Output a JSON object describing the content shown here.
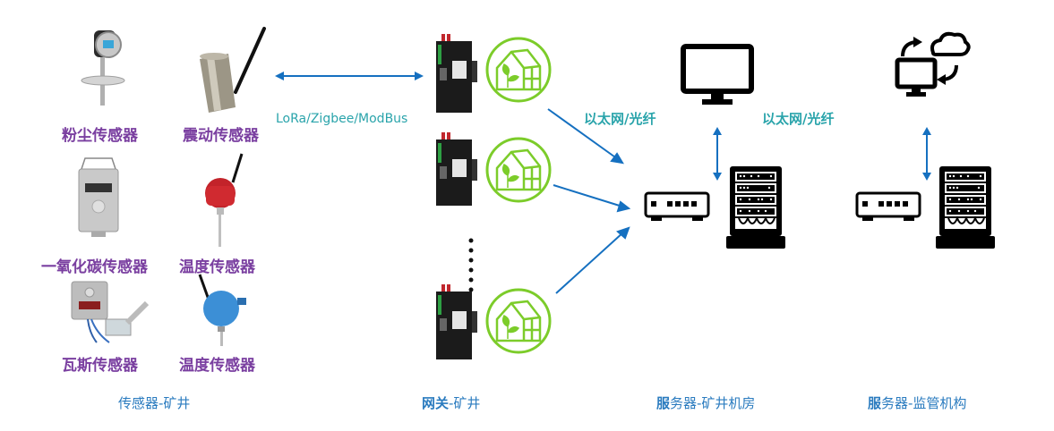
{
  "colors": {
    "sensor_label": "#7a3fa0",
    "column_label": "#2a7bbf",
    "protocol_label": "#2aa4ab",
    "arrow": "#1570c0",
    "greenhouse_icon": "#7ccc2a",
    "device_icon": "#000000"
  },
  "sensors": [
    {
      "label": "粉尘传感器",
      "device": "dust-sensor"
    },
    {
      "label": "震动传感器",
      "device": "vibration-sensor"
    },
    {
      "label": "一氧化碳传感器",
      "device": "carbon-monoxide-sensor"
    },
    {
      "label": "温度传感器",
      "device": "temperature-sensor-red"
    },
    {
      "label": "瓦斯传感器",
      "device": "gas-sensor"
    },
    {
      "label": "温度传感器",
      "device": "temperature-sensor-blue"
    }
  ],
  "protocol_label": "LoRa/Zigbee/ModBus",
  "network_labels": [
    "以太网/光纤",
    "以太网/光纤"
  ],
  "columns": [
    {
      "bold": "",
      "rest": "传感器-矿井"
    },
    {
      "bold": "网关",
      "rest": "-矿井"
    },
    {
      "bold": "服",
      "rest": "务器-矿井机房"
    },
    {
      "bold": "服",
      "rest": "务器-监管机构"
    }
  ]
}
